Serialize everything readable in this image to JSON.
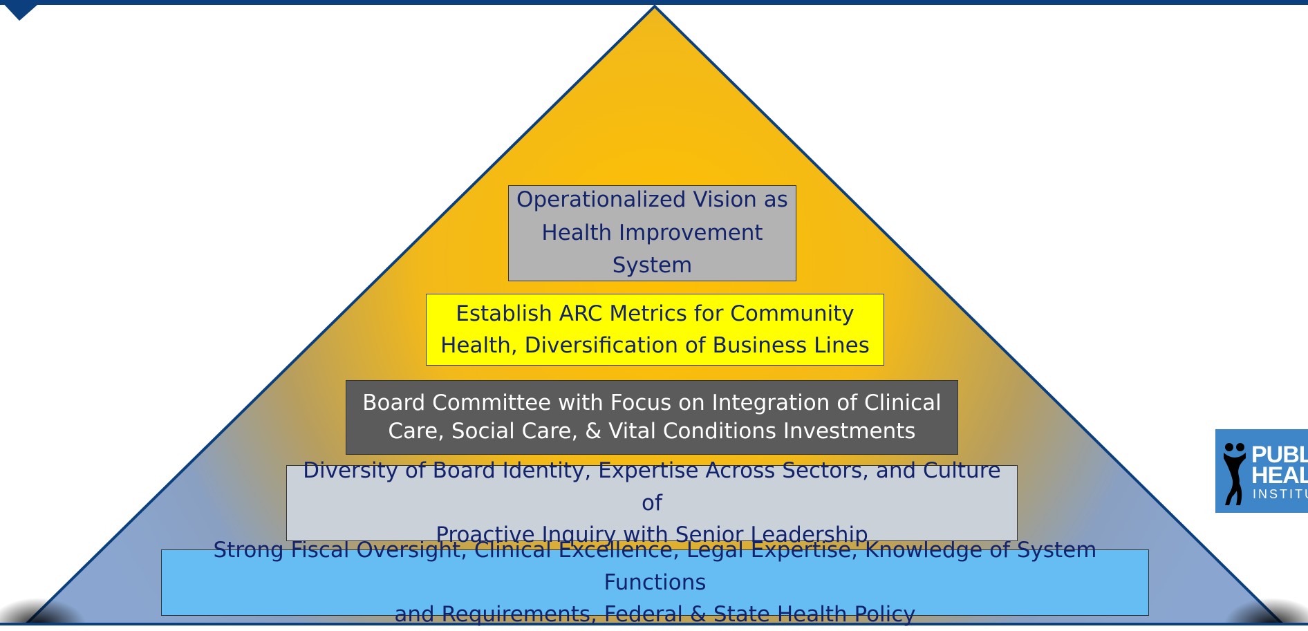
{
  "tiers": [
    {
      "label": "Operationalized Vision as\nHealth Improvement\nSystem"
    },
    {
      "label": "Establish ARC Metrics for Community\nHealth,  Diversification of Business Lines"
    },
    {
      "label": "Board Committee with Focus on Integration of Clinical\nCare, Social Care, & Vital Conditions Investments"
    },
    {
      "label": "Diversity of Board Identity, Expertise Across Sectors, and Culture of\nProactive Inquiry with Senior Leadership"
    },
    {
      "label": "Strong Fiscal Oversight, Clinical Excellence, Legal Expertise, Knowledge of System Functions\nand Requirements, Federal & State Health Policy"
    }
  ],
  "logo": {
    "line1": "PUBLIC",
    "line2": "HEALTH",
    "line3": "INSTITUTE"
  },
  "colors": {
    "frame": "#0b3f7e",
    "pyramid_center": "#ffc000",
    "pyramid_edge": "#7a9bc4"
  }
}
